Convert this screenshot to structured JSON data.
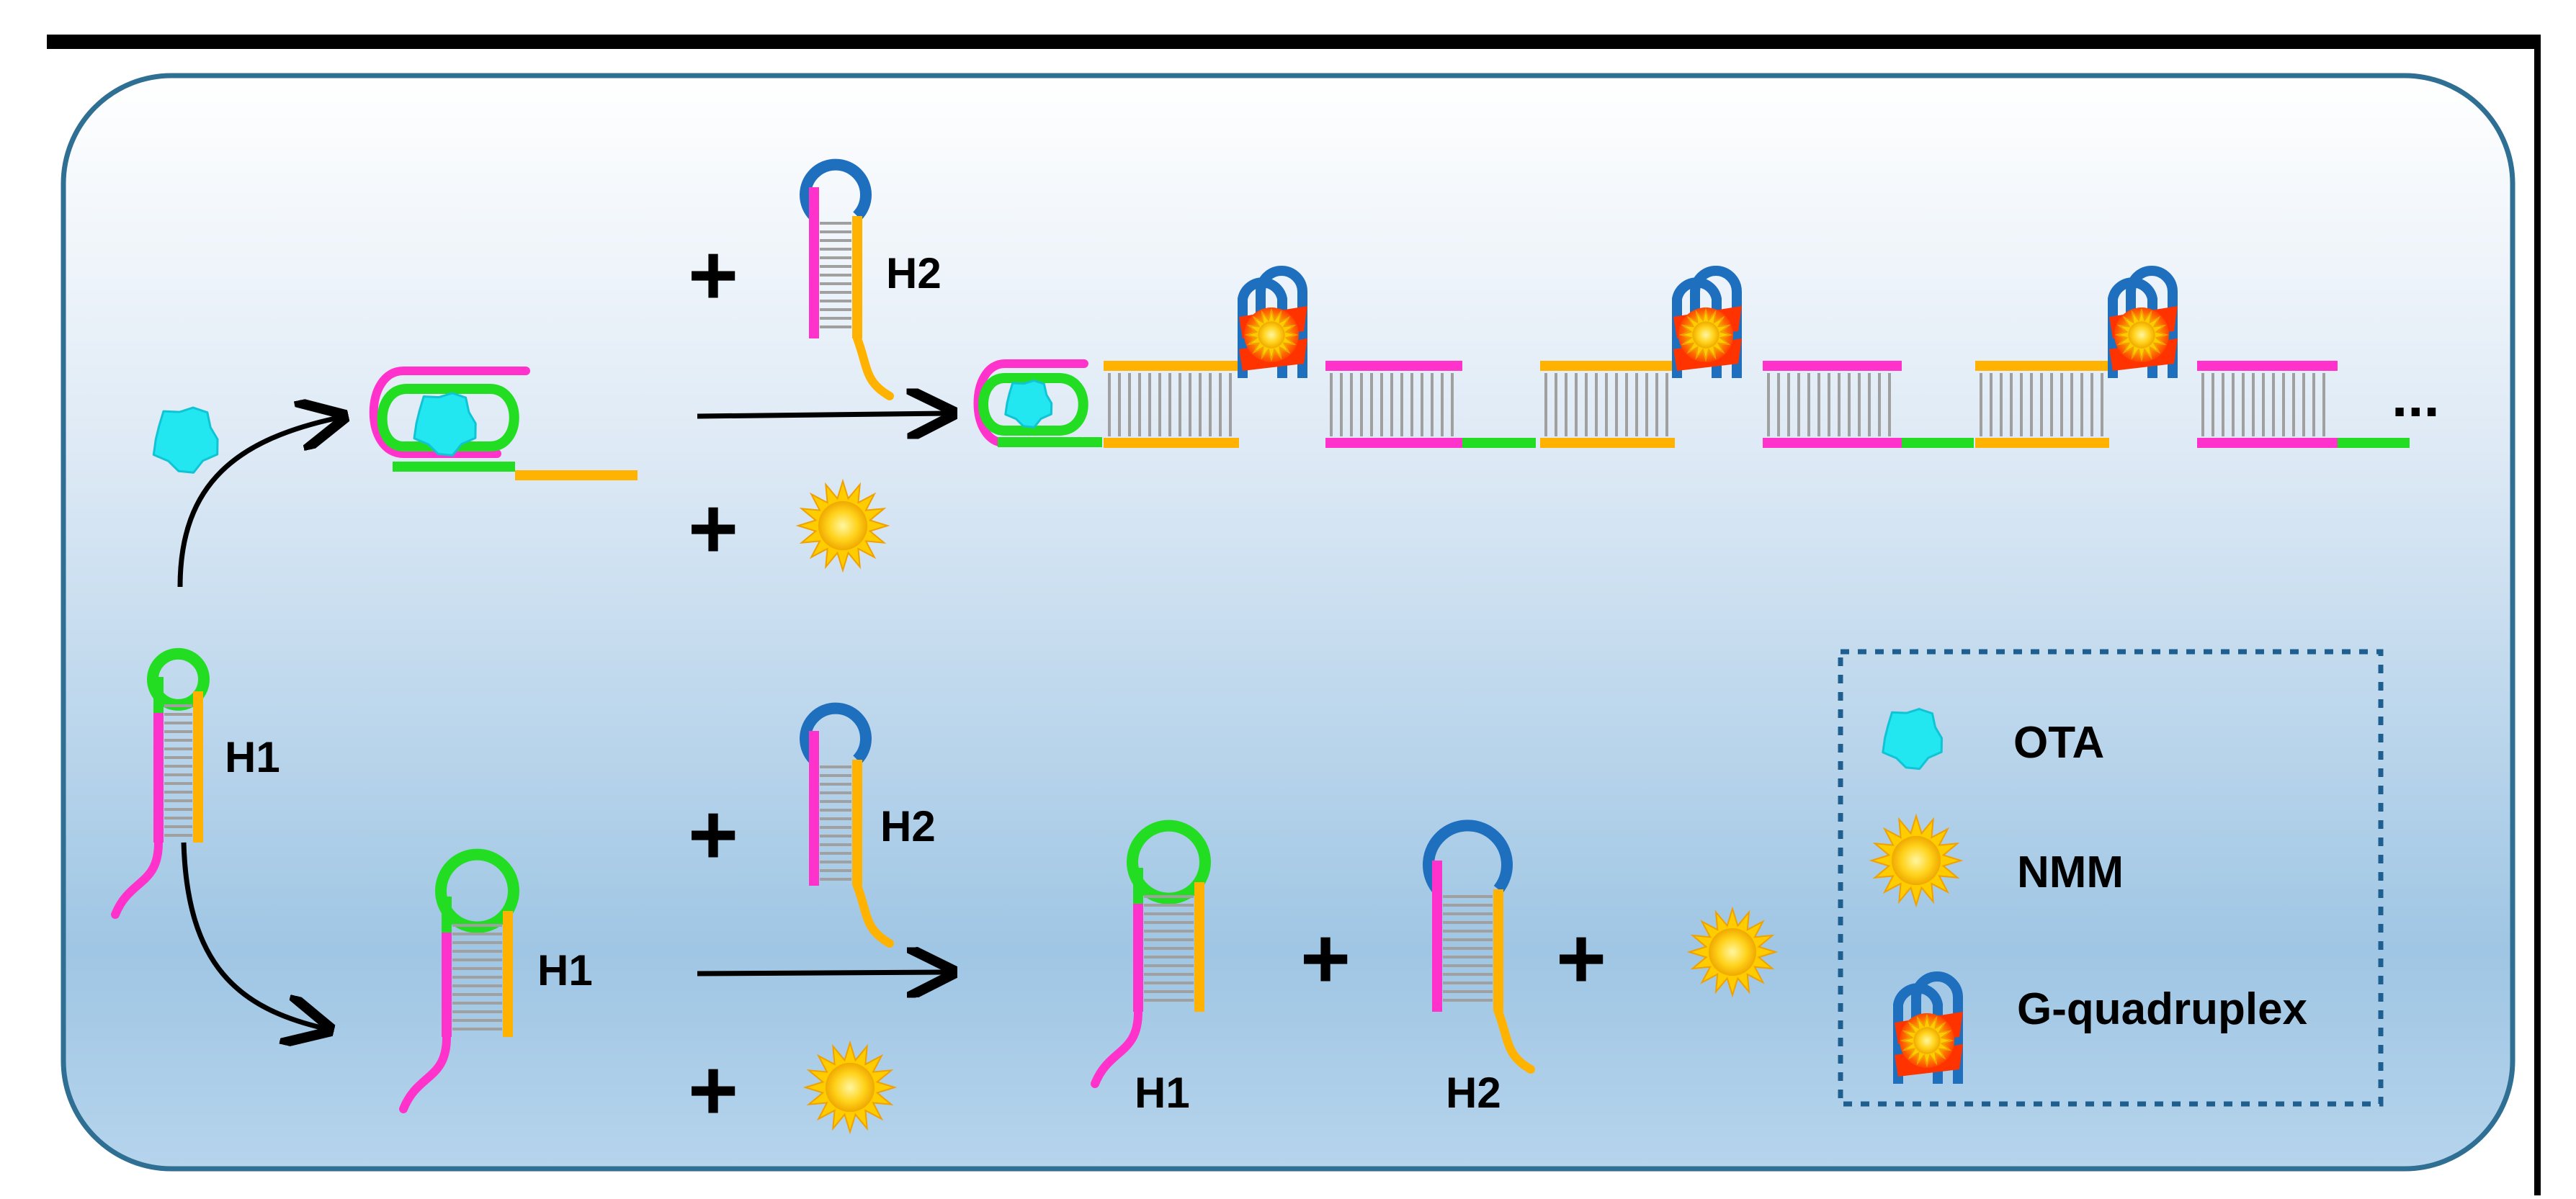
{
  "labels": {
    "h1": "H1",
    "h2": "H2",
    "plus": "+",
    "ellipsis": "..."
  },
  "legend": {
    "ota": "OTA",
    "nmm": "NMM",
    "g_quadruplex": "G-quadruplex"
  },
  "colors": {
    "green": "#22dd22",
    "magenta": "#ff33cc",
    "orange": "#ffb300",
    "blue": "#1f6fbf",
    "cyan": "#22e6f0",
    "sun": "#ffd21a",
    "flame": "#ff3300",
    "rung": "#a0a0a0",
    "frame": "#2f6f93"
  }
}
